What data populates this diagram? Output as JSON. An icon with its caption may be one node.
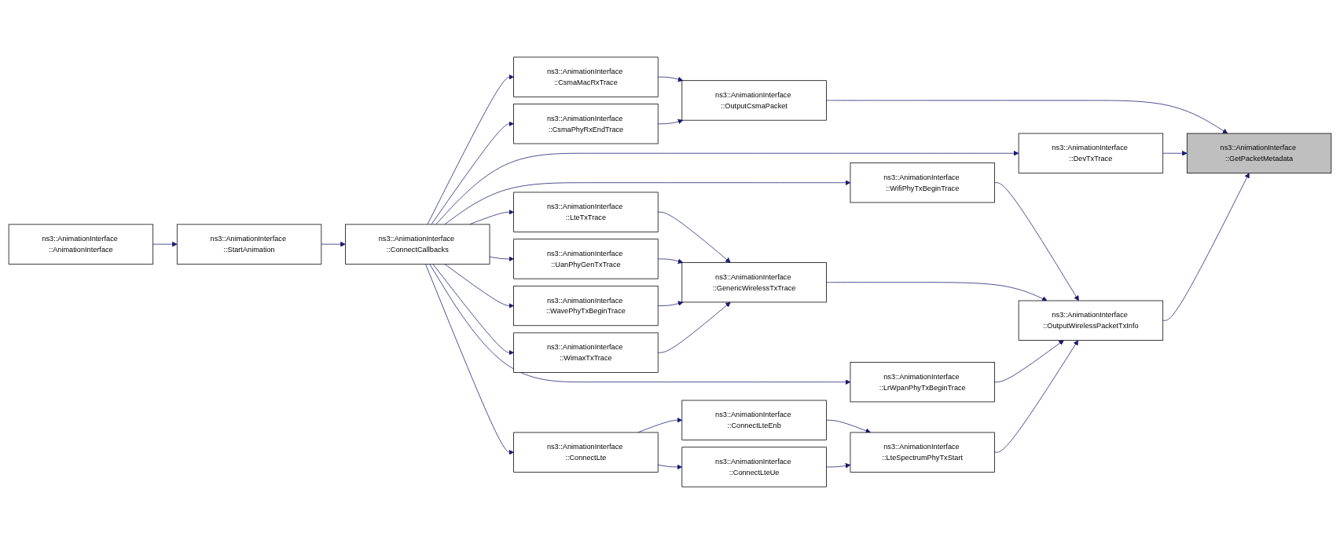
{
  "diagram": {
    "nodes": [
      {
        "text": [
          "ns3::AnimationInterface ::AnimationInterface"
        ]
      },
      {
        "text": [
          "ns3::AnimationInterface ::StartAnimation"
        ]
      },
      {
        "text": [
          "ns3::AnimationInterface ::ConnectCallbacks"
        ]
      },
      {
        "text": [
          "ns3::AnimationInterface ::CsmaMacRxTrace"
        ]
      },
      {
        "text": [
          "ns3::AnimationInterface ::CsmaPhyRxEndTrace"
        ]
      },
      {
        "text": [
          "ns3::AnimationInterface ::LteTxTrace"
        ]
      },
      {
        "text": [
          "ns3::AnimationInterface ::UanPhyGenTxTrace"
        ]
      },
      {
        "text": [
          "ns3::AnimationInterface ::WavePhyTxBeginTrace"
        ]
      },
      {
        "text": [
          "ns3::AnimationInterface ::WimaxTxTrace"
        ]
      },
      {
        "text": [
          "ns3::AnimationInterface ::ConnectLte"
        ]
      },
      {
        "text": [
          "ns3::AnimationInterface ::ConnectLteEnb"
        ]
      },
      {
        "text": [
          "ns3::AnimationInterface ::ConnectLteUe"
        ]
      },
      {
        "text": [
          "ns3::AnimationInterface ::WifiPhyTxBeginTrace"
        ]
      },
      {
        "text": [
          "ns3::AnimationInterface ::OutputCsmaPacket"
        ]
      },
      {
        "text": [
          "ns3::AnimationInterface ::GenericWirelessTxTrace"
        ]
      },
      {
        "text": [
          "ns3::AnimationInterface ::LrWpanPhyTxBeginTrace"
        ]
      },
      {
        "text": [
          "ns3::AnimationInterface ::LteSpectrumPhyTxStart"
        ]
      },
      {
        "text": [
          "ns3::AnimationInterface ::DevTxTrace"
        ]
      },
      {
        "text": [
          "ns3::AnimationInterface ::OutputWirelessPacketTxInfo"
        ]
      },
      {
        "text": [
          "ns3::AnimationInterface ::GetPacketMetadata"
        ]
      }
    ],
    "edges": [
      {
        "from": 0,
        "to": 1,
        "arrow": "to"
      },
      {
        "from": 1,
        "to": 2,
        "arrow": "to"
      },
      {
        "from": 2,
        "to": 17,
        "arrow": "to"
      },
      {
        "from": 2,
        "to": 3,
        "arrow": "to"
      },
      {
        "from": 2,
        "to": 4,
        "arrow": "to"
      },
      {
        "from": 2,
        "to": 5,
        "arrow": "to"
      },
      {
        "from": 2,
        "to": 6,
        "arrow": "to"
      },
      {
        "from": 2,
        "to": 7,
        "arrow": "to"
      },
      {
        "from": 2,
        "to": 8,
        "arrow": "to"
      },
      {
        "from": 2,
        "to": 15,
        "arrow": "to"
      },
      {
        "from": 2,
        "to": 9,
        "arrow": "to"
      },
      {
        "from": 2,
        "to": 12,
        "arrow": "to"
      },
      {
        "from": 3,
        "to": 13,
        "arrow": "to"
      },
      {
        "from": 4,
        "to": 13,
        "arrow": "to"
      },
      {
        "from": 5,
        "to": 14,
        "arrow": "to"
      },
      {
        "from": 6,
        "to": 14,
        "arrow": "to"
      },
      {
        "from": 7,
        "to": 14,
        "arrow": "to"
      },
      {
        "from": 8,
        "to": 14,
        "arrow": "to"
      },
      {
        "from": 9,
        "to": 10,
        "arrow": "to"
      },
      {
        "from": 9,
        "to": 11,
        "arrow": "to"
      },
      {
        "from": 10,
        "to": 16,
        "arrow": "to"
      },
      {
        "from": 11,
        "to": 16,
        "arrow": "to"
      },
      {
        "from": 12,
        "to": 18,
        "arrow": "to"
      },
      {
        "from": 13,
        "to": 19,
        "arrow": "to"
      },
      {
        "from": 17,
        "to": 19,
        "arrow": "to"
      },
      {
        "from": 14,
        "to": 18,
        "arrow": "to"
      },
      {
        "from": 15,
        "to": 18,
        "arrow": "to"
      },
      {
        "from": 16,
        "to": 18,
        "arrow": "to"
      },
      {
        "from": 18,
        "to": 19,
        "arrow": "to"
      }
    ]
  }
}
